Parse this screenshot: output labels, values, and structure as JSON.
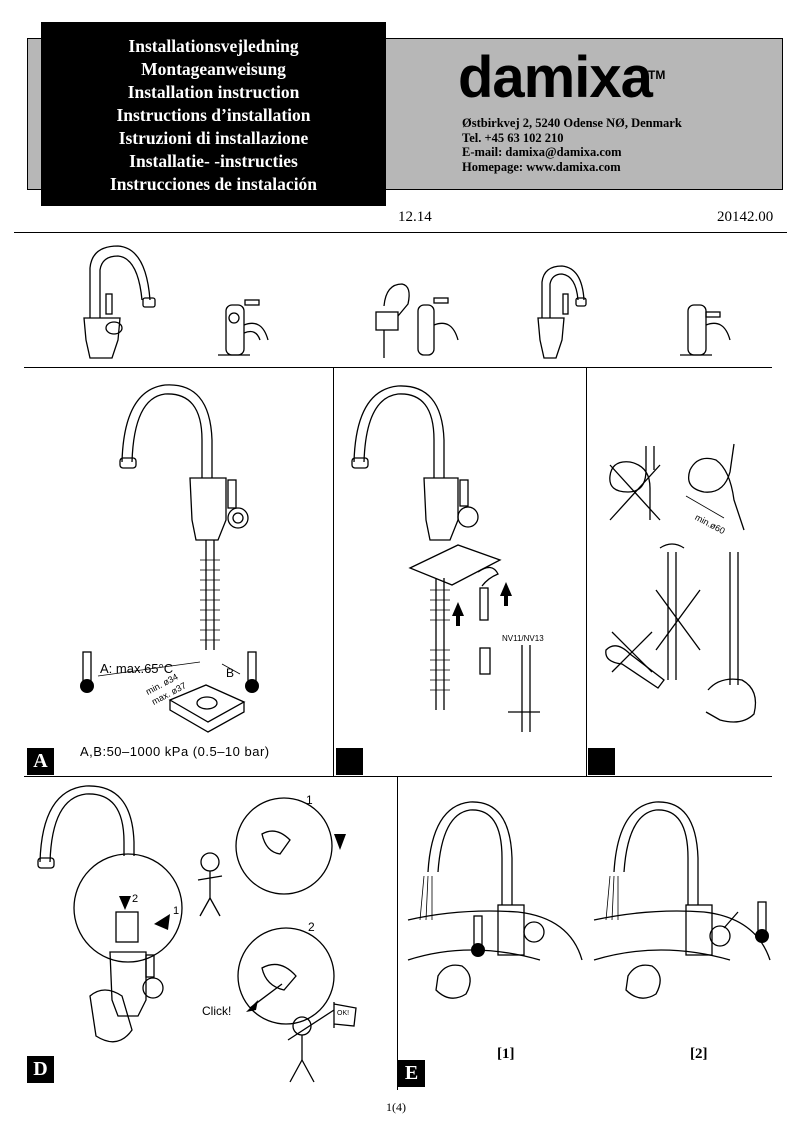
{
  "header": {
    "titles": [
      "Installationsvejledning",
      "Montageanweisung",
      "Installation instruction",
      "Instructions d’installation",
      "Istruzioni di installazione",
      "Installatie- -instructies",
      "Instrucciones de instalación"
    ],
    "brand": "damixa",
    "trademark": "TM",
    "address": "Østbirkvej 2, 5240 Odense NØ, Denmark",
    "phone": "Tel. +45 63 102 210",
    "email": "E-mail: damixa@damixa.com",
    "homepage": "Homepage: www.damixa.com",
    "version": "12.14",
    "doc_number": "20142.00"
  },
  "panel_a": {
    "label": "A",
    "temp_note": "A: max.65°C",
    "b_mark": "B",
    "hole_min": "min. ø34",
    "hole_max": "max. ø37",
    "pressure": "A,B:50–1000 kPa (0.5–10 bar)"
  },
  "panel_b": {
    "wrench_label": "NV11/NV13"
  },
  "panel_c": {
    "bend_label": "min.ø60"
  },
  "panel_d": {
    "label": "D",
    "step1": "1",
    "step2": "2",
    "detail1": "1",
    "detail2": "2",
    "click": "Click!",
    "flag": "OK!"
  },
  "panel_e": {
    "label": "E",
    "caption1": "[1]",
    "caption2": "[2]"
  },
  "page": "1(4)"
}
